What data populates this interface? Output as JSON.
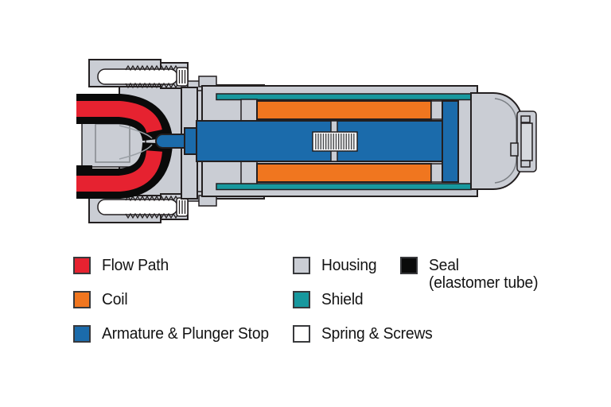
{
  "colors": {
    "flow_path": "#E62230",
    "coil": "#F0761F",
    "armature": "#1B6BAB",
    "housing": "#CACDD4",
    "shield": "#17989E",
    "seal": "#0A0A0A",
    "spring": "#FFFFFF",
    "outline": "#231F20",
    "background": "#FFFFFF",
    "text": "#131313"
  },
  "legend": {
    "items": [
      {
        "id": "flow-path",
        "label": "Flow Path",
        "color": "#E62230"
      },
      {
        "id": "coil",
        "label": "Coil",
        "color": "#F0761F"
      },
      {
        "id": "armature",
        "label": "Armature & Plunger Stop",
        "color": "#1B6BAB"
      },
      {
        "id": "housing",
        "label": "Housing",
        "color": "#CACDD4"
      },
      {
        "id": "shield",
        "label": "Shield",
        "color": "#17989E"
      },
      {
        "id": "spring",
        "label": "Spring & Screws",
        "color": "#FFFFFF"
      },
      {
        "id": "seal",
        "label": "Seal",
        "sublabel": "(elastomer tube)",
        "color": "#0A0A0A"
      }
    ]
  }
}
